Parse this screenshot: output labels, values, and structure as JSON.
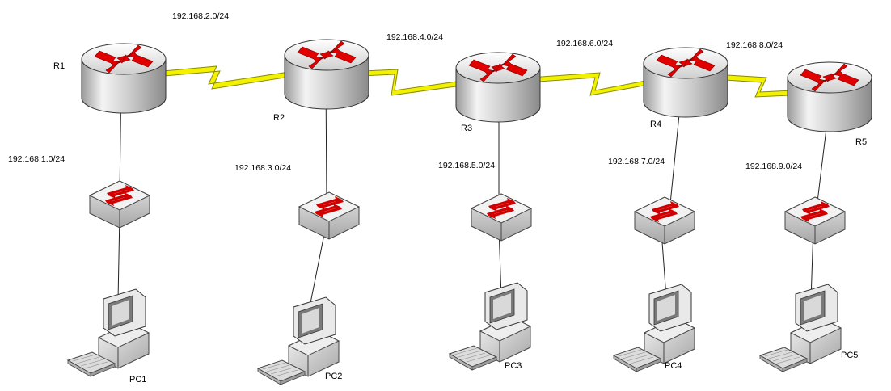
{
  "routers": [
    {
      "id": "r1",
      "label": "R1",
      "lan": "192.168.1.0/24"
    },
    {
      "id": "r2",
      "label": "R2",
      "lan": "192.168.3.0/24"
    },
    {
      "id": "r3",
      "label": "R3",
      "lan": "192.168.5.0/24"
    },
    {
      "id": "r4",
      "label": "R4",
      "lan": "192.168.7.0/24"
    },
    {
      "id": "r5",
      "label": "R5",
      "lan": "192.168.9.0/24"
    }
  ],
  "wan_links": [
    {
      "from": "r1",
      "to": "r2",
      "network": "192.168.2.0/24"
    },
    {
      "from": "r2",
      "to": "r3",
      "network": "192.168.4.0/24"
    },
    {
      "from": "r3",
      "to": "r4",
      "network": "192.168.6.0/24"
    },
    {
      "from": "r4",
      "to": "r5",
      "network": "192.168.8.0/24"
    }
  ],
  "pcs": [
    {
      "id": "pc1",
      "label": "PC1"
    },
    {
      "id": "pc2",
      "label": "PC2"
    },
    {
      "id": "pc3",
      "label": "PC3"
    },
    {
      "id": "pc4",
      "label": "PC4"
    },
    {
      "id": "pc5",
      "label": "PC5"
    }
  ],
  "colors": {
    "serial_link": "#f2f200",
    "serial_outline": "#8a8a00",
    "arrow_red": "#e00000",
    "device_gray": "#d9d9d9"
  }
}
